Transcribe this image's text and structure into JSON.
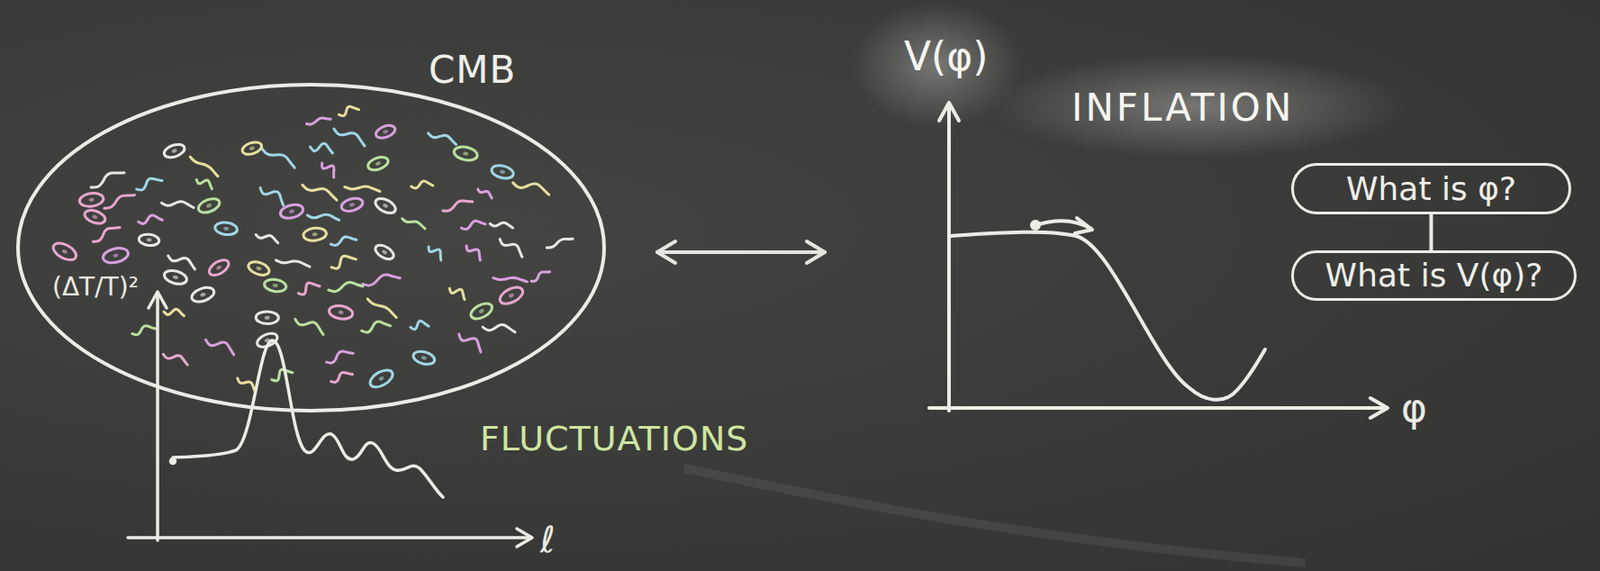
{
  "diagram": {
    "nodes": [
      {
        "text": [
          "CMB"
        ]
      },
      {
        "text": [
          "What is φ?"
        ]
      },
      {
        "text": [
          "What is V(φ)?"
        ]
      }
    ],
    "edges": [
      {
        "from": 1,
        "to": 2,
        "arrow": "none"
      }
    ],
    "labels": [
      "V(φ)",
      "INFLATION",
      "(ΔT/T)²",
      "FLUCTUATIONS",
      "ℓ",
      "φ"
    ]
  }
}
